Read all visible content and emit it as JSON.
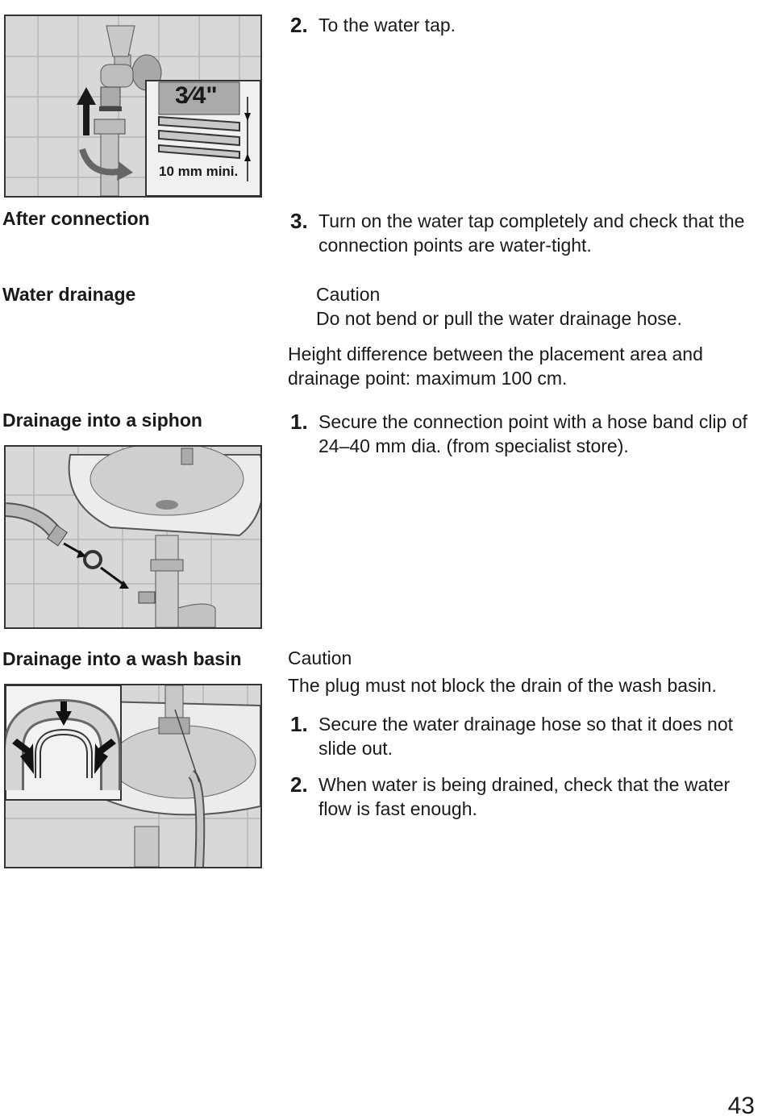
{
  "left_headings": {
    "after_connection": "After connection",
    "water_drainage": "Water drainage",
    "drainage_siphon": "Drainage into a siphon",
    "drainage_basin": "Drainage into a wash basin"
  },
  "tap_figure": {
    "thread_size": "3⁄4\"",
    "min_length": "10 mm mini."
  },
  "steps_tap": [
    {
      "num": "2.",
      "text": "To the water tap."
    },
    {
      "num": "3.",
      "text": "Turn on the water tap completely and check that the connection points are water-tight."
    }
  ],
  "caution_hose": {
    "title": "Caution",
    "text": "Do not bend or pull the water drainage hose."
  },
  "height_note": "Height difference between the placement area and drainage point: maximum 100 cm.",
  "steps_siphon": [
    {
      "num": "1.",
      "text": "Secure the connection point with a hose band clip of 24–40 mm dia. (from specialist store)."
    }
  ],
  "caution_basin": {
    "title": "Caution",
    "text": "The plug must not block the drain of the wash basin."
  },
  "steps_basin": [
    {
      "num": "1.",
      "text": "Secure the water drainage hose so that it does not slide out."
    },
    {
      "num": "2.",
      "text": "When water is being drained, check that the water flow is fast enough."
    }
  ],
  "page_number": "43"
}
